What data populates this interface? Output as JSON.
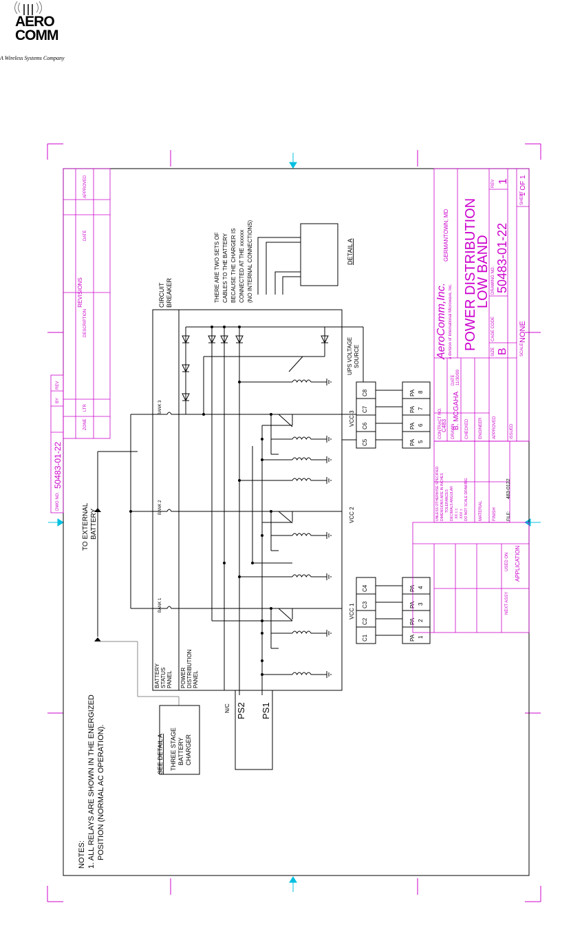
{
  "logo": {
    "line1": "AERO",
    "line2": "COMM",
    "tagline": "A Wireless Systems Company"
  },
  "notes": {
    "heading": "NOTES:",
    "line1": "1.  ALL RELAYS ARE SHOWN IN THE ENERGIZED",
    "line2": "POSITION (NORMAL AC OPERATION)."
  },
  "labels": {
    "to_external": "TO EXTERNAL",
    "battery": "BATTERY",
    "circuit": "CIRCUIT",
    "breaker": "BREAKER",
    "detail_note_1": "THERE ARE TWO SETS OF",
    "detail_note_2": "CABLES TO THE BATTERY",
    "detail_note_3": "BECAUSE THE CHARGER IS",
    "detail_note_4": "CONNECTED AT THE xxxxxx",
    "detail_note_5": "(NO INTERNAL CONNECTIONS)",
    "detail_a": "DETAIL A",
    "ups_1": "UPS VOLTAGE",
    "ups_2": "SOURCE",
    "bank1": "BANK 1",
    "bank2": "BANK 2",
    "bank3": "BANK 3",
    "vcc1": "VCC 1",
    "vcc2": "VCC 2",
    "vcc3": "VCC 3",
    "bsp_1": "BATTERY",
    "bsp_2": "STATUS",
    "bsp_3": "PANEL",
    "pdp_1": "POWER",
    "pdp_2": "DISTRIBUTION",
    "pdp_3": "PANEL",
    "nc": "N/C",
    "ps1": "PS1",
    "ps2": "PS2",
    "see_detail": "SEE DETAIL A",
    "charger_1": "THREE STAGE",
    "charger_2": "BATTERY",
    "charger_3": "CHARGER",
    "conn_top": [
      "C1",
      "C2",
      "C3",
      "C4"
    ],
    "conn_bot": [
      "C5",
      "C6",
      "C7",
      "C8"
    ],
    "pa_prefix": "PA",
    "pa_top": [
      "1",
      "2",
      "3",
      "4"
    ],
    "pa_bot": [
      "5",
      "6",
      "7",
      "8"
    ]
  },
  "title_block": {
    "dwg_no_label": "DWG NO.",
    "dwg_no_value": "50483-01-22",
    "revisions": "REVISIONS",
    "rev_cols": [
      "ZONE",
      "LTR",
      "DESCRIPTION",
      "DATE",
      "APPROVED"
    ],
    "rev_small": [
      "BY",
      "REV"
    ],
    "company": "AeroComm,Inc.",
    "company_sub": "a division of International Microwave, Inc.",
    "location": "GERMANTOWN, MD",
    "title_1": "POWER DISTRIBUTION",
    "title_2": "LOW BAND",
    "size_label": "SIZE",
    "size_value": "B",
    "cage_label": "CAGE CODE",
    "drawing_no_label": "DRAWING NO.",
    "drawing_no_value": "50483-01-22",
    "rev_label": "REV",
    "rev_value": "1",
    "scale_label": "SCALE",
    "scale_value": "NONE",
    "sheet_label": "SHEET",
    "sheet_value": "1  OF  1",
    "contract_label": "CONTRACT NO.",
    "contract_value": "C483",
    "drawn_label": "DRAWN",
    "drawn_value": "B. MCGAHA",
    "date_label": "DATE",
    "date_value": "11/30/99",
    "checked_label": "CHECKED",
    "engineer_label": "ENGINEER",
    "approved_label": "APPROVED",
    "issued_label": "ISSUED",
    "unless_1": "UNLESS OTHERWISE SPECIFIED",
    "unless_2": "DIMENSIONS ARE IN INCHES",
    "unless_3": "TOLERANCES",
    "unless_4": "DECIMALS   ANGULAR",
    "unless_5": ".XX  ±        ±",
    "unless_6": ".XXX  ±",
    "unless_7": "DO NOT SCALE DRAWING",
    "material_label": "MATERIAL",
    "finish_label": "FINISH",
    "file_label": "FILE:",
    "file_value": "483-0122",
    "next_assy_label": "NEXT ASSY",
    "used_on_label": "USED ON",
    "application_label": "APPLICATION"
  },
  "colors": {
    "ink": "#000000",
    "magenta": "#cc00cc",
    "cyan": "#00c0e0"
  }
}
